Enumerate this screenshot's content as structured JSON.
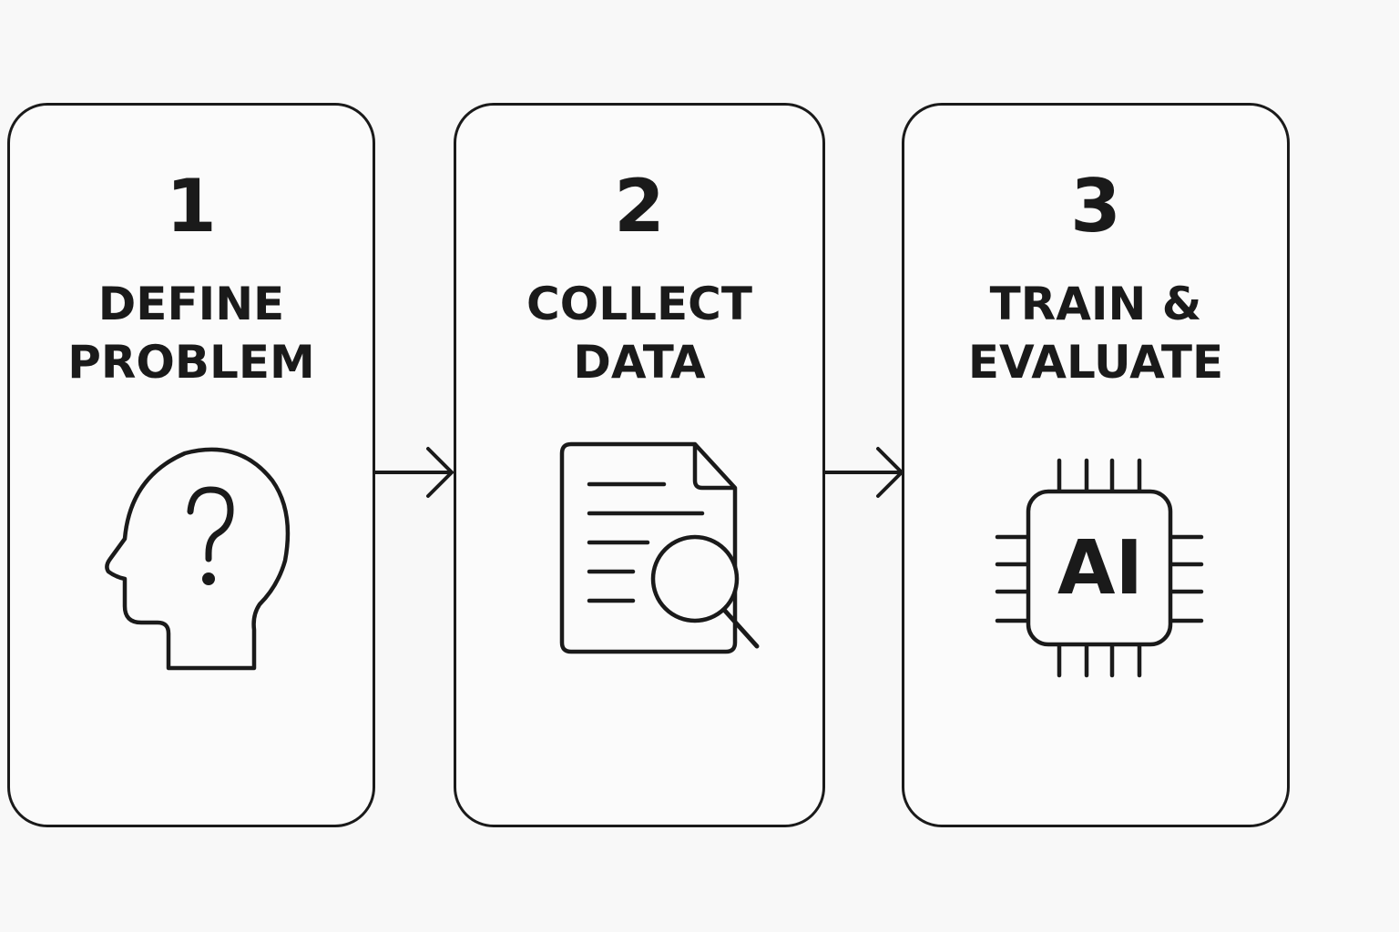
{
  "steps": [
    {
      "number": "1",
      "title_line1": "DEFINE",
      "title_line2": "PROBLEM",
      "icon": "head-question-icon"
    },
    {
      "number": "2",
      "title_line1": "COLLECT",
      "title_line2": "DATA",
      "icon": "document-search-icon"
    },
    {
      "number": "3",
      "title_line1": "TRAIN &",
      "title_line2": "EVALUATE",
      "icon": "ai-chip-icon",
      "icon_text": "AI"
    }
  ],
  "colors": {
    "stroke": "#1a1a1a",
    "background": "#f8f8f8"
  }
}
